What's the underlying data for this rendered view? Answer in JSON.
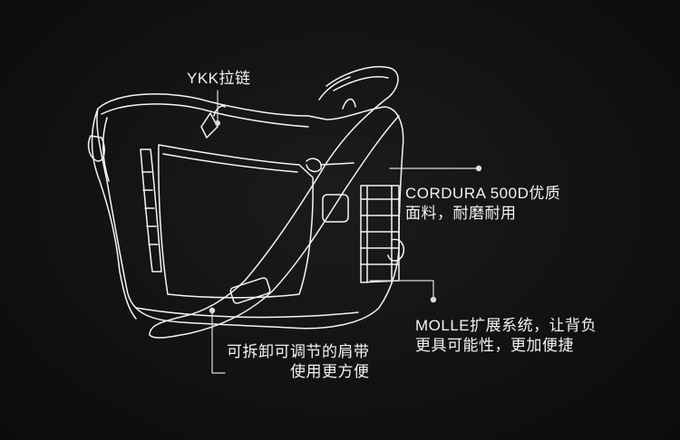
{
  "callouts": {
    "zipper": {
      "line1": "YKK拉链"
    },
    "cordura": {
      "line1": "CORDURA  500D优质",
      "line2": "面料，耐磨耐用"
    },
    "molle": {
      "line1": "MOLLE扩展系统，让背负",
      "line2": "更具可能性，更加便捷"
    },
    "strap": {
      "line1": "可拆卸可调节的肩带",
      "line2": "使用更方便"
    }
  },
  "colors": {
    "background": "#121212",
    "line": "#ffffff",
    "dot": "#dcdcdc"
  },
  "icons": [
    "bag-line-drawing"
  ]
}
